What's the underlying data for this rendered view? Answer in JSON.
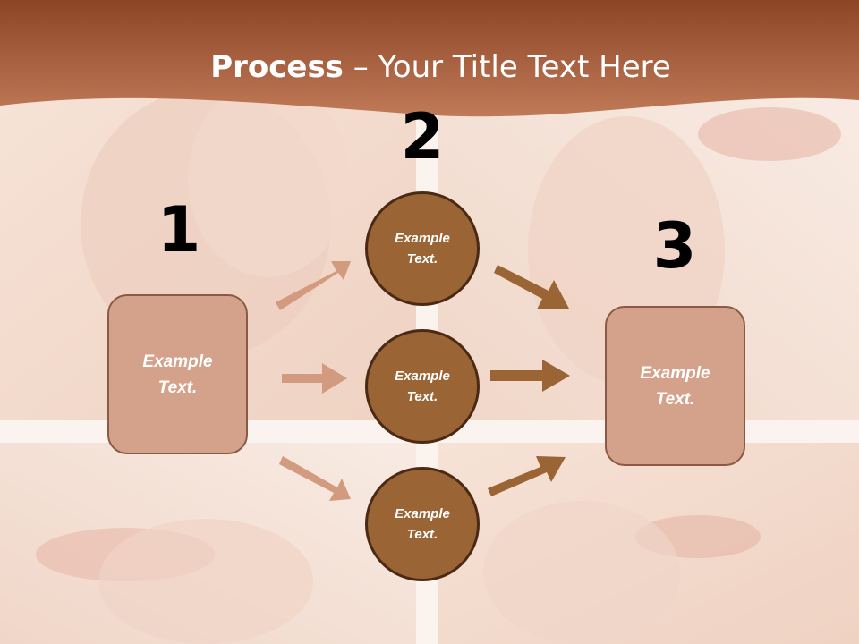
{
  "slide": {
    "title_bold": "Process",
    "title_rest": " – Your Title Text Here"
  },
  "steps": {
    "step1": {
      "number": "1",
      "line1": "Example",
      "line2": "Text."
    },
    "step2": {
      "number": "2",
      "circles": [
        {
          "line1": "Example",
          "line2": "Text."
        },
        {
          "line1": "Example",
          "line2": "Text."
        },
        {
          "line1": "Example",
          "line2": "Text."
        }
      ]
    },
    "step3": {
      "number": "3",
      "line1": "Example",
      "line2": "Text."
    }
  },
  "colors": {
    "header": "#a0532c",
    "box_fill": "#d4a28a",
    "circle_fill": "#9a6434",
    "arrow_light": "#d29a7e",
    "arrow_dark": "#9a6434"
  }
}
